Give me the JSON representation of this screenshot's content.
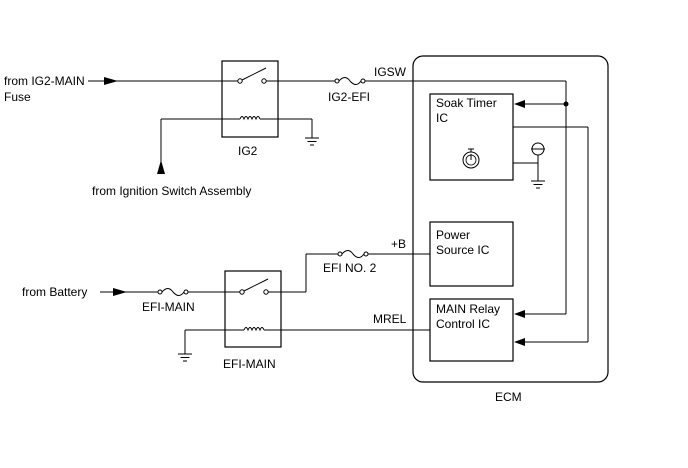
{
  "labels": {
    "from_ig2_main_1": "from IG2-MAIN",
    "from_ig2_main_2": "Fuse",
    "from_ignition": "from Ignition Switch Assembly",
    "from_battery": "from Battery",
    "ig2_relay": "IG2",
    "ig2_efi_fuse": "IG2-EFI",
    "igsw": "IGSW",
    "efi_no2_fuse": "EFI NO. 2",
    "plus_b": "+B",
    "efi_main_fuse": "EFI-MAIN",
    "efi_main_relay": "EFI-MAIN",
    "mrel": "MREL",
    "soak_timer_1": "Soak Timer",
    "soak_timer_2": "IC",
    "power_source_1": "Power",
    "power_source_2": "Source IC",
    "main_relay_1": "MAIN Relay",
    "main_relay_2": "Control IC",
    "ecm": "ECM"
  }
}
